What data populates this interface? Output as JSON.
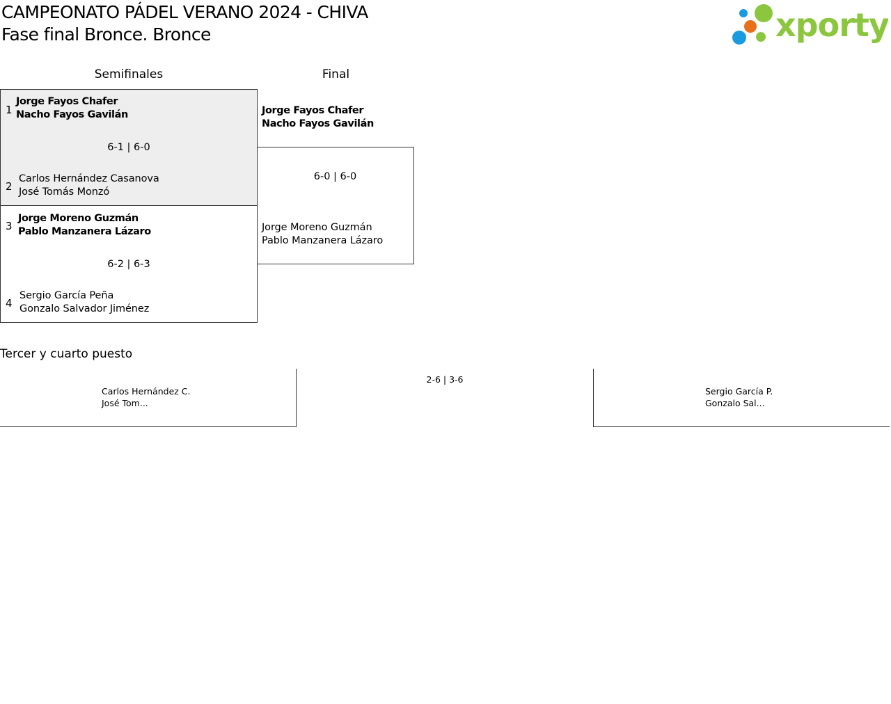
{
  "header": {
    "title": "CAMPEONATO PÁDEL VERANO 2024 - CHIVA",
    "subtitle": "Fase final Bronce. Bronce",
    "logo_text": "xporty",
    "logo_colors": [
      "#1a9be0",
      "#e8701a",
      "#8cc63f"
    ]
  },
  "bracket": {
    "semifinal_heading": "Semifinales",
    "final_heading": "Final",
    "semifinals": [
      {
        "top": {
          "seed": "1",
          "player1": "Jorge Fayos Chafer",
          "player2": "Nacho Fayos Gavilán"
        },
        "score": "6-1 | 6-0",
        "bottom": {
          "seed": "2",
          "player1": "Carlos Hernández Casanova",
          "player2": "José Tomás Monzó"
        }
      },
      {
        "top": {
          "seed": "3",
          "player1": "Jorge Moreno Guzmán",
          "player2": "Pablo Manzanera Lázaro"
        },
        "score": "6-2 | 6-3",
        "bottom": {
          "seed": "4",
          "player1": "Sergio García Peña",
          "player2": "Gonzalo Salvador Jiménez"
        }
      }
    ],
    "final": {
      "top": {
        "player1": "Jorge Fayos Chafer",
        "player2": "Nacho Fayos Gavilán"
      },
      "score": "6-0 | 6-0",
      "bottom": {
        "player1": "Jorge Moreno Guzmán",
        "player2": "Pablo Manzanera Lázaro"
      }
    }
  },
  "third_place": {
    "heading": "Tercer y cuarto puesto",
    "left": {
      "player1": "Carlos Hernández C.",
      "player2": "José Tom..."
    },
    "score": "2-6 | 3-6",
    "right": {
      "player1": "Sergio García P.",
      "player2": "Gonzalo Sal..."
    }
  }
}
